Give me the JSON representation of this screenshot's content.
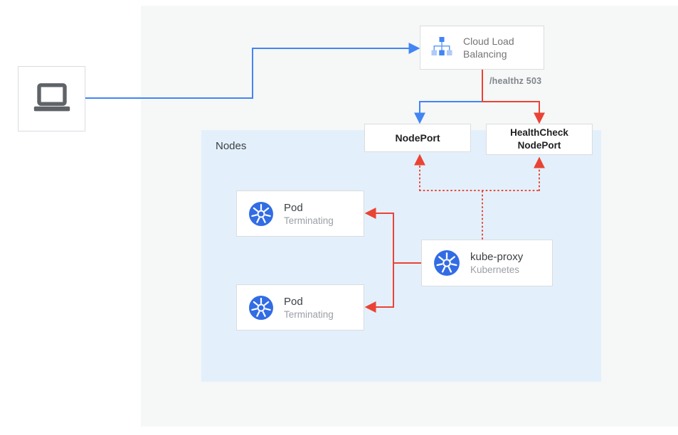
{
  "colors": {
    "blue": "#4285f4",
    "red": "#ea4335",
    "panel_bg": "#f6f7f7",
    "nodes_bg": "#e3f0fb",
    "box_border": "#dadce0",
    "text_dark": "#3c4043",
    "text_gray": "#80868b",
    "text_light_gray": "#9aa0a6",
    "icon_gray": "#5f6368",
    "k8s_blue": "#326ce5",
    "clb_light_blue": "#aecbfa",
    "clb_mid_blue": "#669df6"
  },
  "nodes_label": "Nodes",
  "load_balancer": {
    "label": "Cloud Load Balancing"
  },
  "health_check_annotation": "/healthz 503",
  "node_port": {
    "label": "NodePort"
  },
  "health_check_node_port": {
    "line1": "HealthCheck",
    "line2": "NodePort"
  },
  "pods": [
    {
      "title": "Pod",
      "status": "Terminating"
    },
    {
      "title": "Pod",
      "status": "Terminating"
    }
  ],
  "kube_proxy": {
    "title": "kube-proxy",
    "subtitle": "Kubernetes"
  }
}
